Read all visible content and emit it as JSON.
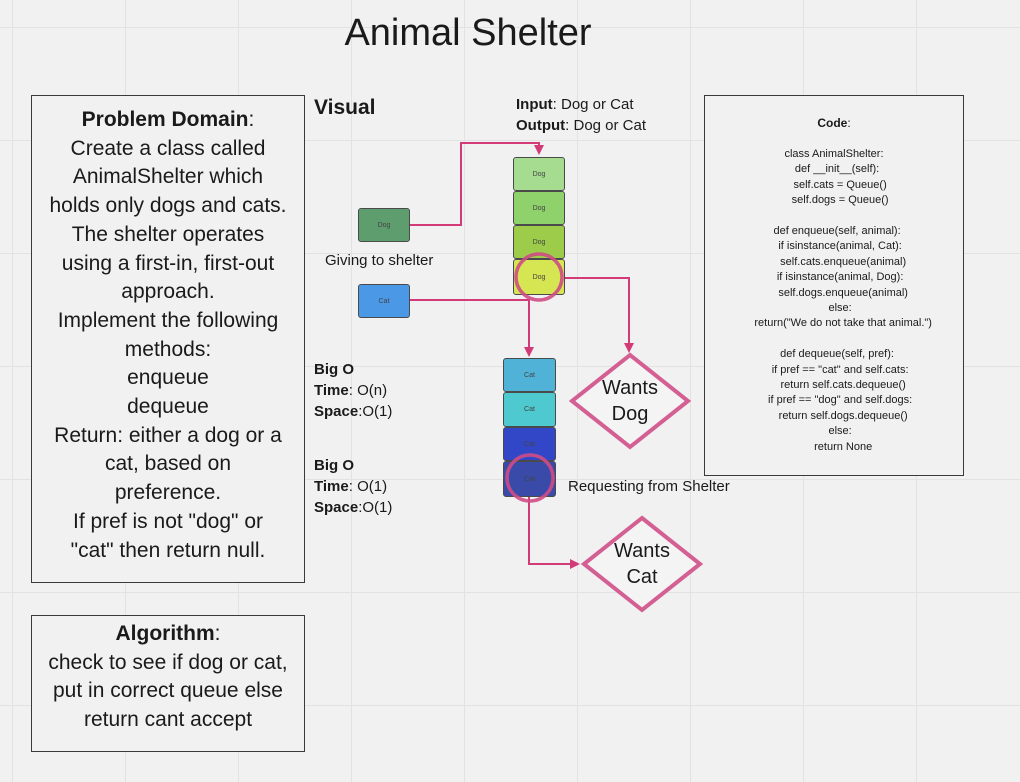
{
  "title": "Animal Shelter",
  "problem_domain": {
    "heading": "Problem Domain",
    "heading_suffix": ":",
    "lines": [
      "Create a class called",
      "AnimalShelter which",
      "holds only dogs and cats.",
      "The shelter operates",
      "using a first-in, first-out",
      "approach.",
      "Implement the following",
      "methods:",
      "enqueue",
      "dequeue",
      "Return: either a dog or a",
      "cat, based on",
      "preference.",
      "If pref is not \"dog\" or",
      "\"cat\" then return null."
    ]
  },
  "algorithm": {
    "heading": "Algorithm",
    "heading_suffix": ":",
    "lines": [
      "check to see if dog or cat,",
      "put in correct queue else",
      "return cant accept"
    ]
  },
  "visual_label": "Visual",
  "io": {
    "input_label": "Input",
    "input_value": ": Dog or Cat",
    "output_label": "Output",
    "output_value": ": Dog or Cat"
  },
  "code": {
    "title": "Code",
    "title_suffix": ":",
    "lines": [
      "class AnimalShelter:",
      "  def __init__(self):",
      "    self.cats = Queue()",
      "    self.dogs = Queue()",
      "",
      "  def enqueue(self, animal):",
      "    if isinstance(animal, Cat):",
      "      self.cats.enqueue(animal)",
      "    if isinstance(animal, Dog):",
      "      self.dogs.enqueue(animal)",
      "    else:",
      "      return(\"We do not take that animal.\")",
      "",
      "  def dequeue(self, pref):",
      "    if pref == \"cat\" and self.cats:",
      "      return self.cats.dequeue()",
      "    if pref == \"dog\" and self.dogs:",
      "      return self.dogs.dequeue()",
      "    else:",
      "      return None"
    ]
  },
  "bigo_enqueue": {
    "heading": "Big O",
    "time_label": "Time",
    "time_value": ": O(n)",
    "space_label": "Space",
    "space_value": ":O(1)"
  },
  "bigo_dequeue": {
    "heading": "Big O",
    "time_label": "Time",
    "time_value": ": O(1)",
    "space_label": "Space",
    "space_value": ":O(1)"
  },
  "captions": {
    "giving": "Giving to shelter",
    "requesting": "Requesting from Shelter"
  },
  "incoming": {
    "dog": "Dog",
    "cat": "Cat"
  },
  "dog_queue": [
    "Dog",
    "Dog",
    "Dog",
    "Dog"
  ],
  "cat_queue": [
    "Cat",
    "Cat",
    "Cat",
    "Cat"
  ],
  "diamonds": {
    "wants_dog": [
      "Wants",
      "Dog"
    ],
    "wants_cat": [
      "Wants",
      "Cat"
    ]
  },
  "colors": {
    "arrow": "#d23a78",
    "highlight": "#cf4b85",
    "dog_shades": [
      "#a6dc90",
      "#8fd16a",
      "#9ccc4a",
      "#d6e552"
    ],
    "cat_shades": [
      "#4fb2d6",
      "#4ec9cf",
      "#3246c8",
      "#3a4aa8"
    ],
    "incoming_dog": "#5e9e6e",
    "incoming_cat": "#4a98e6"
  }
}
